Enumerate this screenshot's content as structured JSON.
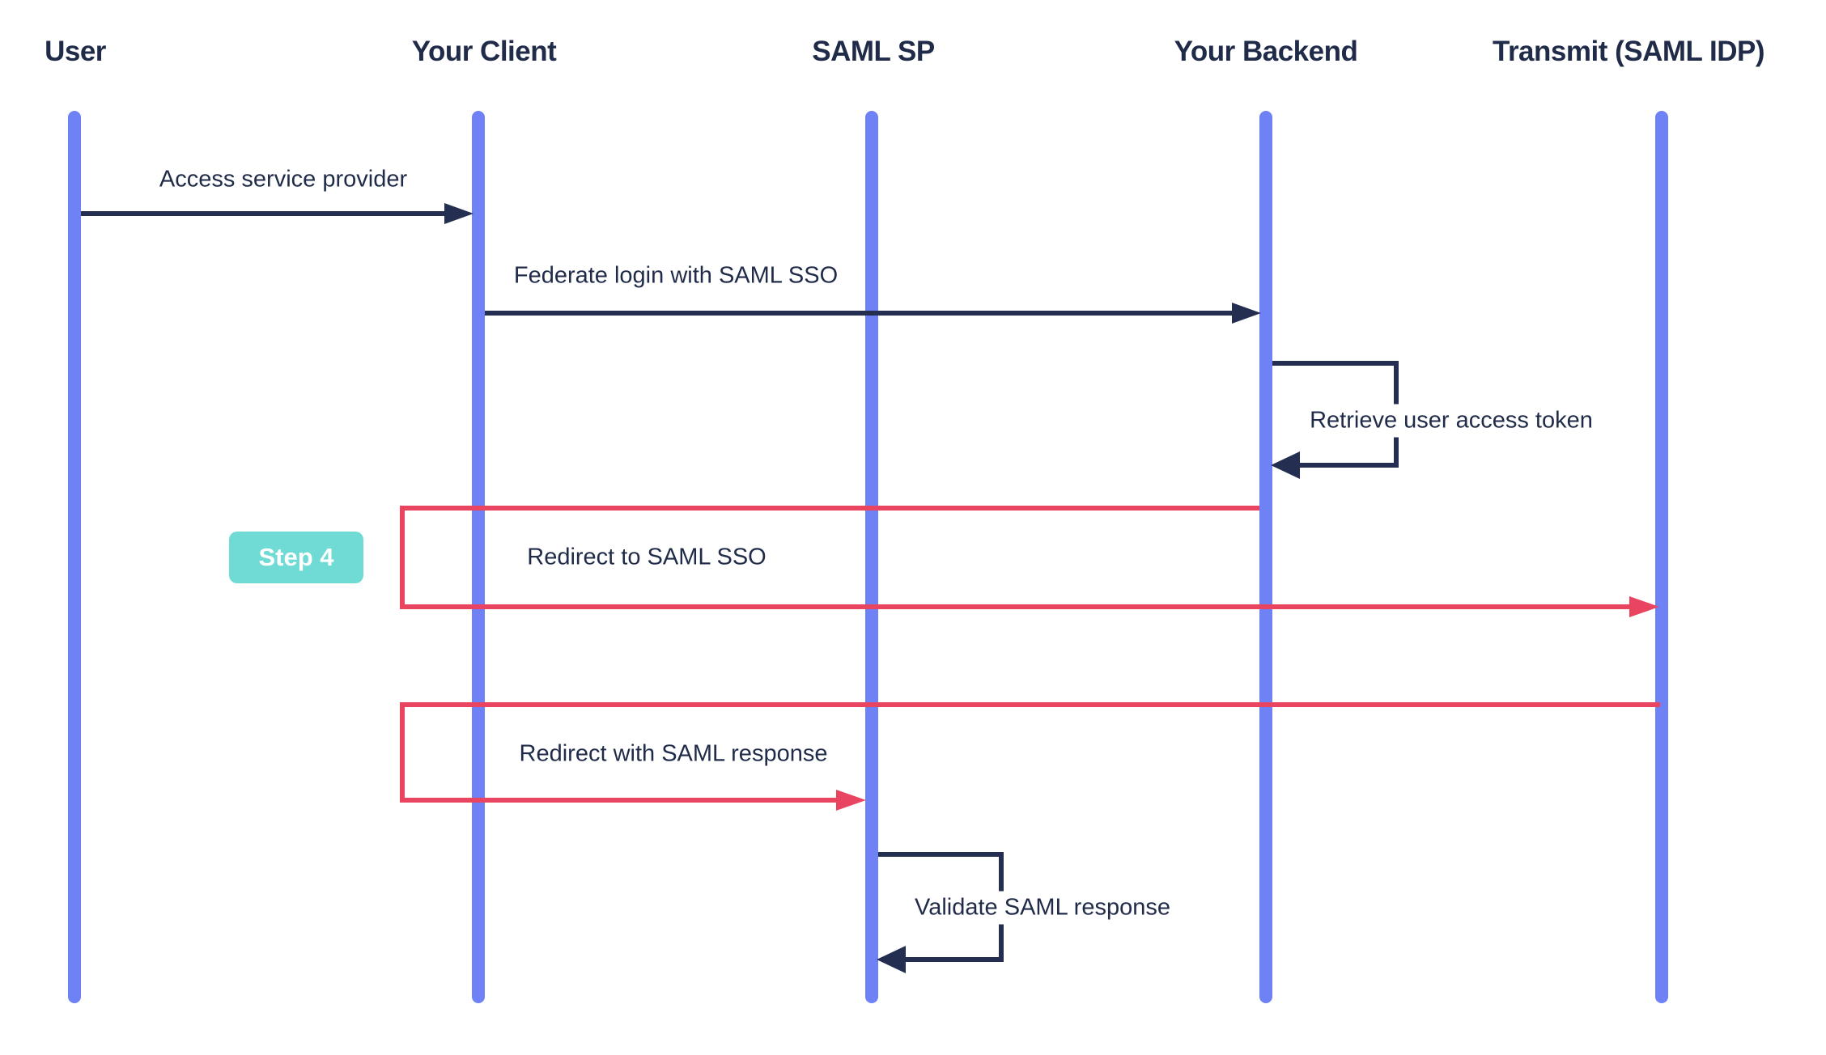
{
  "colors": {
    "background": "#ffffff",
    "lifeline": "#6e82f5",
    "sync_arrow": "#232e50",
    "redirect_arrow": "#e94560",
    "label_text": "#1f2b48",
    "step_badge_bg": "#6fdbd4",
    "step_badge_text": "#ffffff"
  },
  "participants": [
    {
      "label": "User"
    },
    {
      "label": "Your Client"
    },
    {
      "label": "SAML SP"
    },
    {
      "label": "Your Backend"
    },
    {
      "label": "Transmit (SAML IDP)"
    }
  ],
  "messages": [
    {
      "label": "Access service provider",
      "from": "User",
      "to": "Your Client",
      "kind": "sync"
    },
    {
      "label": "Federate login with SAML SSO",
      "from": "Your Client",
      "to": "Your Backend",
      "kind": "sync"
    },
    {
      "label": "Retrieve user access token",
      "from": "Your Backend",
      "to": "Your Backend",
      "kind": "self-call"
    },
    {
      "label": "Redirect to SAML SSO",
      "from": "Your Backend",
      "to": "Transmit (SAML IDP)",
      "kind": "redirect",
      "badge": "Step 4"
    },
    {
      "label": "Redirect with SAML response",
      "from": "Transmit (SAML IDP)",
      "to": "SAML SP",
      "kind": "redirect"
    },
    {
      "label": "Validate SAML response",
      "from": "SAML SP",
      "to": "SAML SP",
      "kind": "self-call"
    }
  ]
}
